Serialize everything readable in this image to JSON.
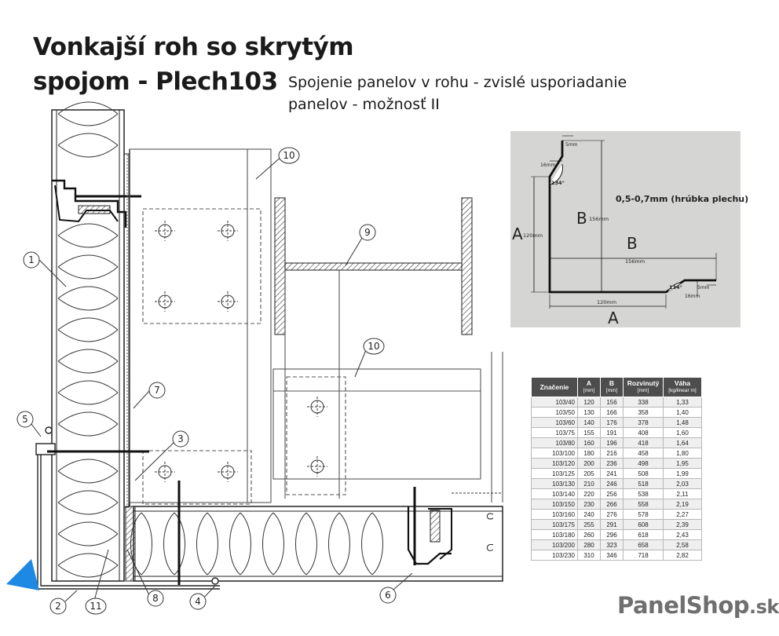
{
  "title_line1": "Vonkajší roh so skrytým",
  "title_line2": "spojom - Plech103",
  "subtitle_line1": "Spojenie panelov v rohu - zvislé usporiadanie",
  "subtitle_line2": "panelov - možnosť II",
  "callouts": {
    "c1": "1",
    "c2": "2",
    "c3": "3",
    "c4": "4",
    "c5": "5",
    "c6": "6",
    "c7": "7",
    "c8": "8",
    "c9": "9",
    "c10a": "10",
    "c10b": "10",
    "c11": "11"
  },
  "profile": {
    "thickness_label": "0,5-0,7mm (hrúbka plechu)",
    "label_a_left": "A",
    "label_a_bottom": "A",
    "label_b_left": "B",
    "label_b_right": "B",
    "dim_a_vertical": "120mm",
    "dim_a_horizontal": "120mm",
    "dim_b_vertical": "156mm",
    "dim_b_horizontal": "156mm",
    "angle_top": "134°",
    "angle_bottom": "134°",
    "dim_16_top": "16mm",
    "dim_16_bottom": "16mm",
    "dim_5_top": "5mm",
    "dim_5_bottom": "5mm"
  },
  "table": {
    "headers": [
      {
        "label": "Značenie",
        "unit": ""
      },
      {
        "label": "A",
        "unit": "[mm]"
      },
      {
        "label": "B",
        "unit": "[mm]"
      },
      {
        "label": "Rozvinutý",
        "unit": "[mm]"
      },
      {
        "label": "Váha",
        "unit": "[kg/linear m]"
      }
    ],
    "rows": [
      [
        "103/40",
        "120",
        "156",
        "338",
        "1,33"
      ],
      [
        "103/50",
        "130",
        "166",
        "358",
        "1,40"
      ],
      [
        "103/60",
        "140",
        "176",
        "378",
        "1,48"
      ],
      [
        "103/75",
        "155",
        "191",
        "408",
        "1,60"
      ],
      [
        "103/80",
        "160",
        "196",
        "418",
        "1,64"
      ],
      [
        "103/100",
        "180",
        "216",
        "458",
        "1,80"
      ],
      [
        "103/120",
        "200",
        "236",
        "498",
        "1,95"
      ],
      [
        "103/125",
        "205",
        "241",
        "508",
        "1,99"
      ],
      [
        "103/130",
        "210",
        "246",
        "518",
        "2,03"
      ],
      [
        "103/140",
        "220",
        "256",
        "538",
        "2,11"
      ],
      [
        "103/150",
        "230",
        "266",
        "558",
        "2,19"
      ],
      [
        "103/160",
        "240",
        "276",
        "578",
        "2,27"
      ],
      [
        "103/175",
        "255",
        "291",
        "608",
        "2,39"
      ],
      [
        "103/180",
        "260",
        "296",
        "618",
        "2,43"
      ],
      [
        "103/200",
        "280",
        "323",
        "658",
        "2,58"
      ],
      [
        "103/230",
        "310",
        "346",
        "718",
        "2,82"
      ]
    ]
  },
  "brand": {
    "name": "PanelShop",
    "tld": ".sk"
  },
  "colors": {
    "corner_arrow": "#1e88e5",
    "profile_bg": "#d5d6d3",
    "table_header": "#4d4d4d",
    "brand": "#6f6f6f"
  }
}
